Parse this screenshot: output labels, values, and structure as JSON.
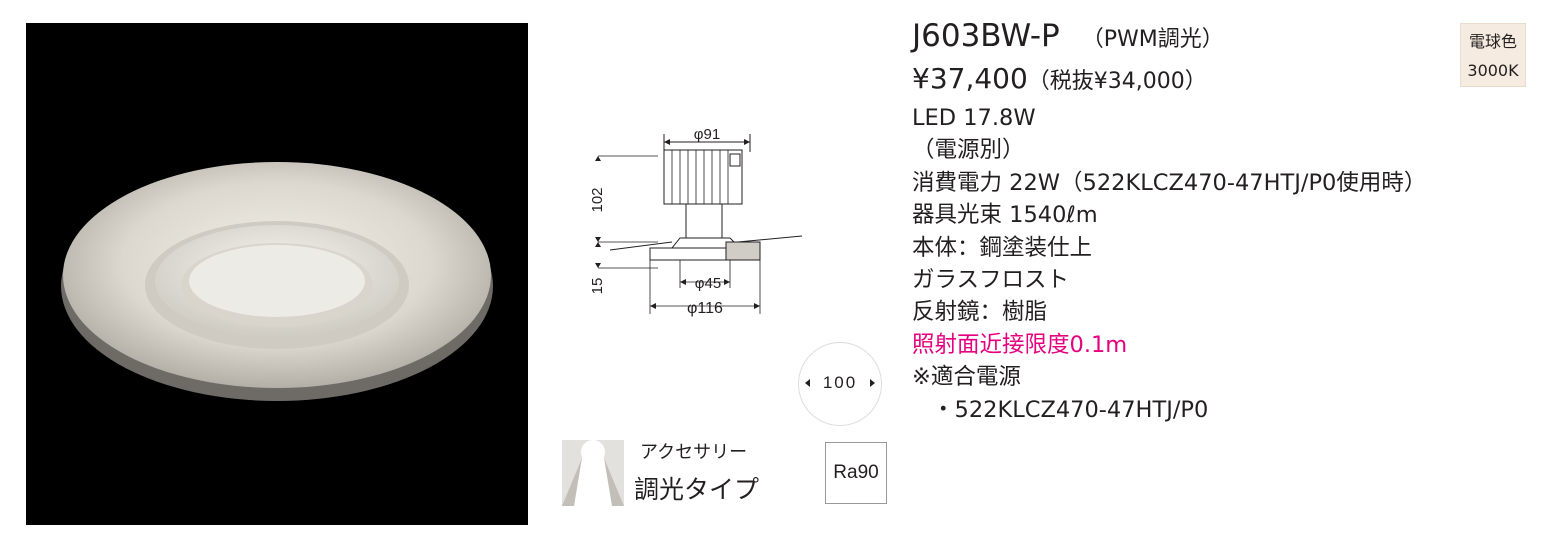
{
  "product": {
    "model": "J603BW-P",
    "dimming": "（PWM調光）",
    "price": "¥37,400",
    "price_ex_tax": "（税抜¥34,000）"
  },
  "specs": [
    {
      "text": "LED 17.8W"
    },
    {
      "text": "（電源別）"
    },
    {
      "text": "消費電力 22W（522KLCZ470-47HTJ/P0使用時）"
    },
    {
      "text": "器具光束 1540ℓm"
    },
    {
      "text": "本体：鋼塗装仕上"
    },
    {
      "text": "ガラスフロスト"
    },
    {
      "text": "反射鏡：樹脂"
    },
    {
      "text": "照射面近接限度0.1m",
      "color": "#e4007f"
    },
    {
      "text": "※適合電源"
    },
    {
      "text": "・522KLCZ470-47HTJ/P0"
    }
  ],
  "color_badge": {
    "line1": "電球色",
    "line2": "3000K"
  },
  "dimensions": {
    "top_width": "φ91",
    "height": "102",
    "flange_height": "15",
    "inner_diameter": "φ45",
    "outer_diameter": "φ116"
  },
  "beam_angle": "100",
  "cri": "Ra90",
  "accessory": {
    "label": "アクセサリー",
    "type": "調光タイプ"
  },
  "colors": {
    "warning": "#e4007f",
    "badge_bg": "#f5ebe0",
    "text": "#231f20"
  }
}
